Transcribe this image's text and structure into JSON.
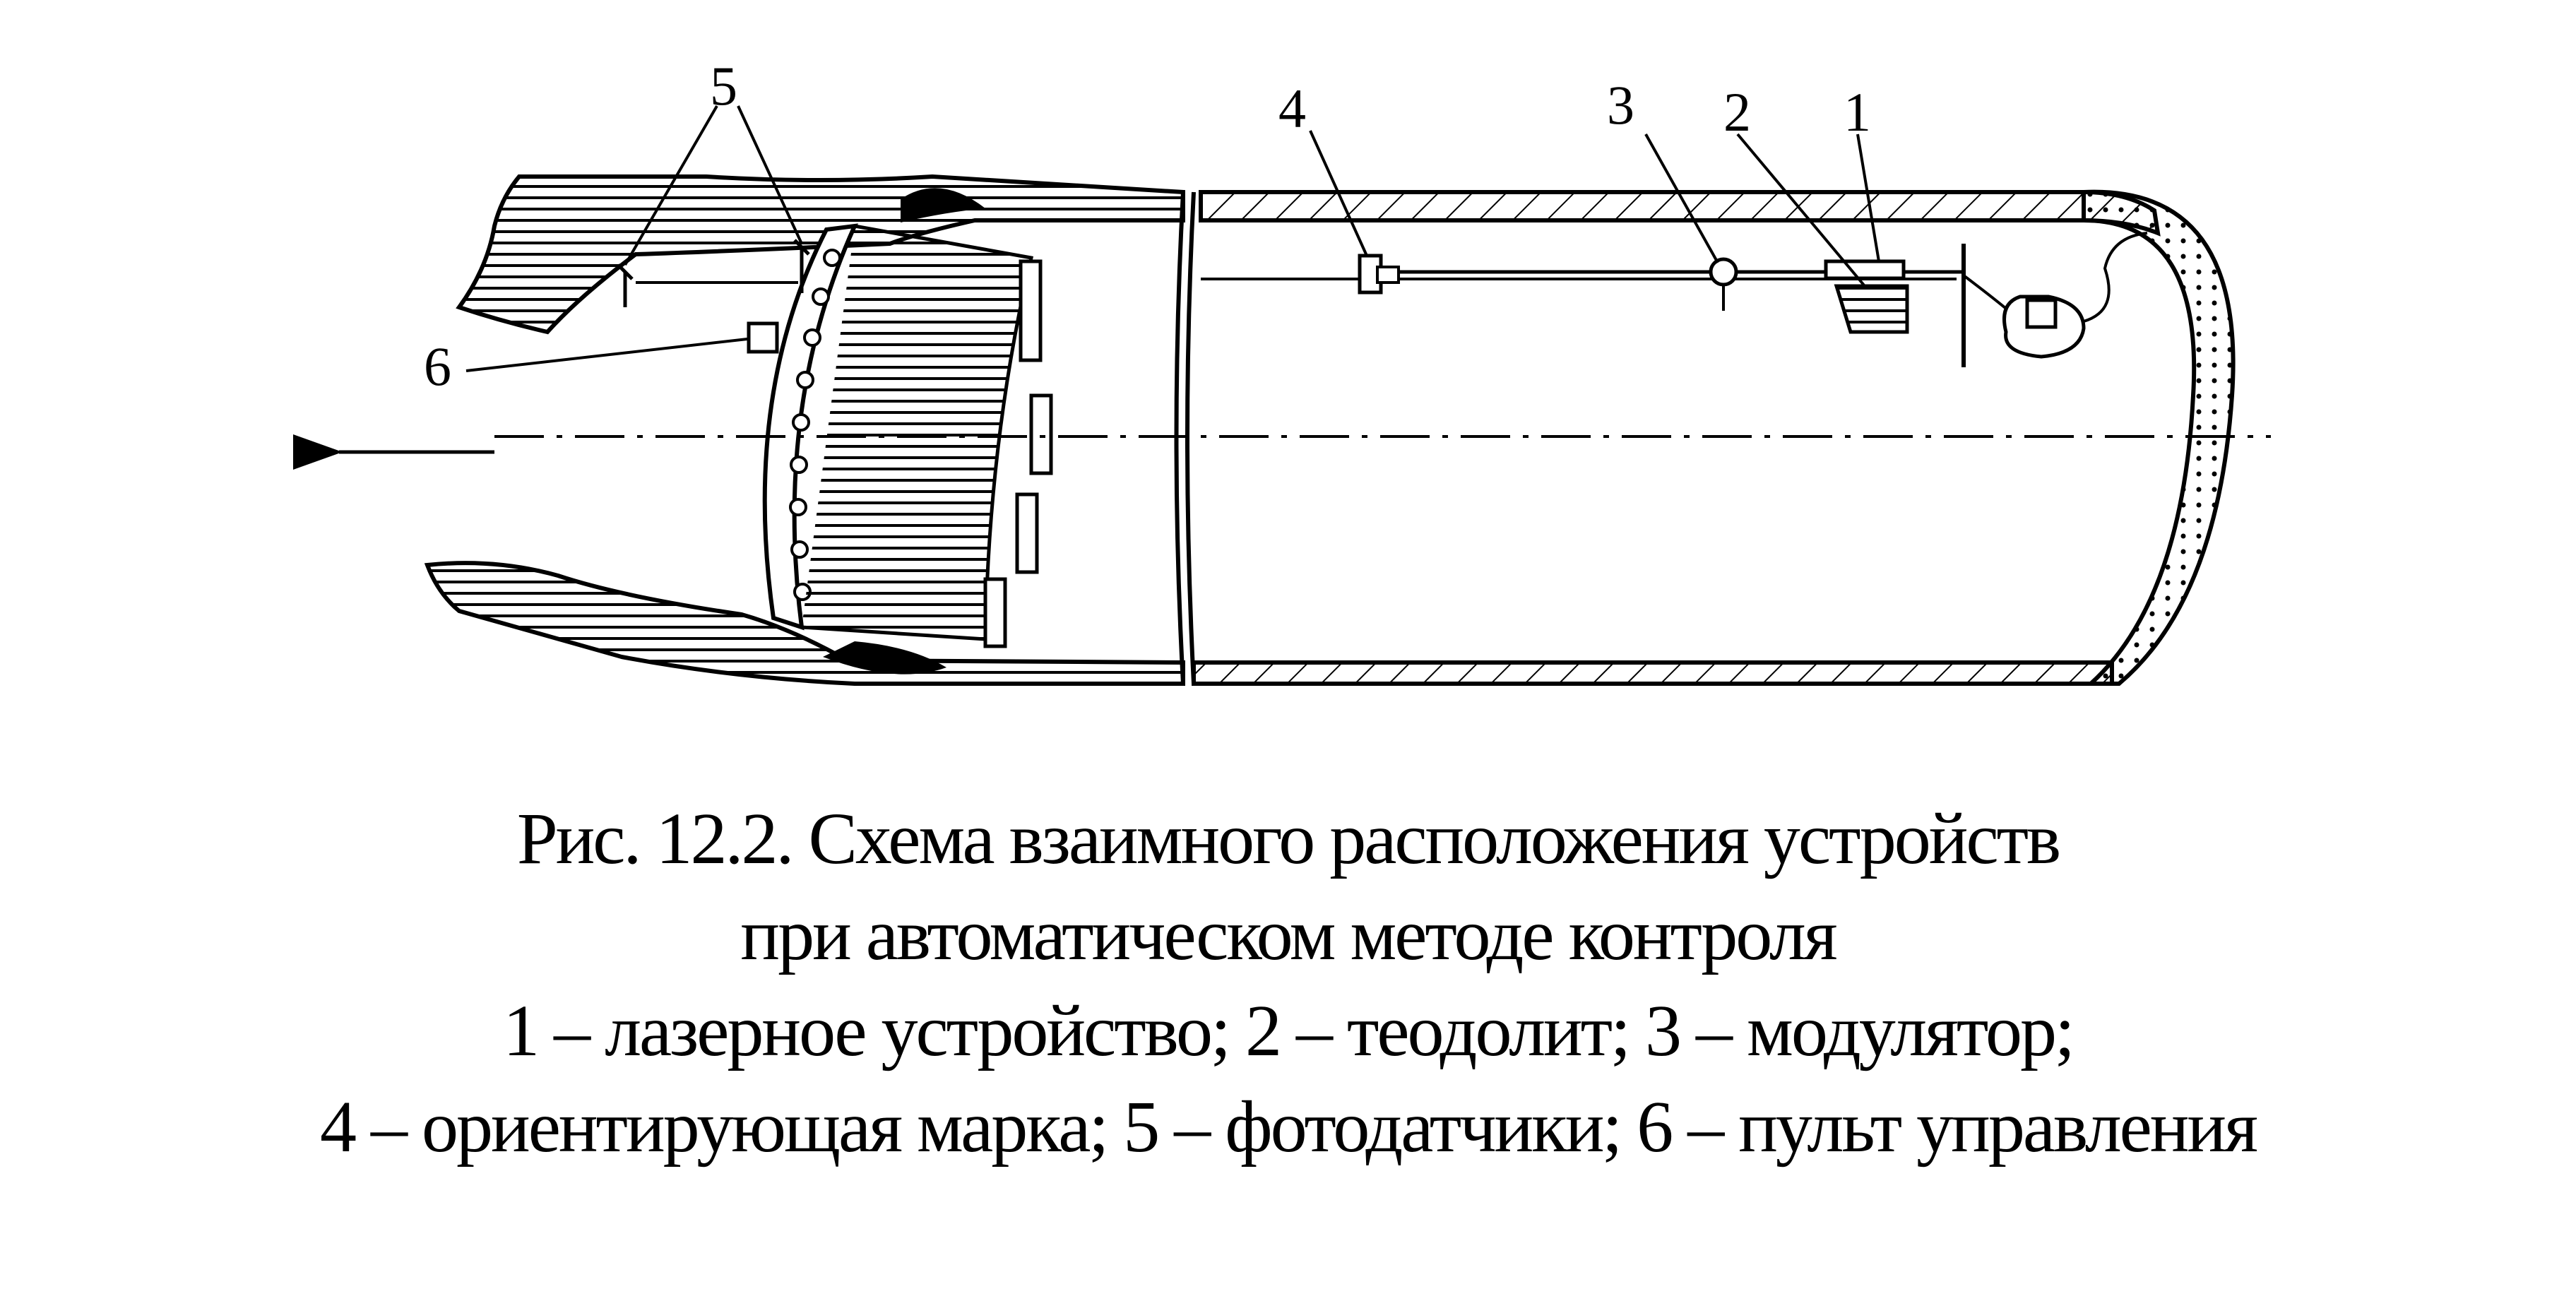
{
  "diagram": {
    "labels": {
      "laser": "1",
      "theodolite": "2",
      "modulator": "3",
      "mark": "4",
      "photosensors": "5",
      "console": "6"
    }
  },
  "caption": {
    "line1": "Рис. 12.2. Схема взаимного расположения устройств",
    "line2": "при автоматическом методе контроля",
    "line3": "1 – лазерное устройство; 2 – теодолит; 3 – модулятор;",
    "line4": "4 – ориентирующая марка; 5 – фотодатчики; 6 – пульт управления"
  },
  "colors": {
    "ink": "#000000",
    "paper": "#ffffff"
  }
}
